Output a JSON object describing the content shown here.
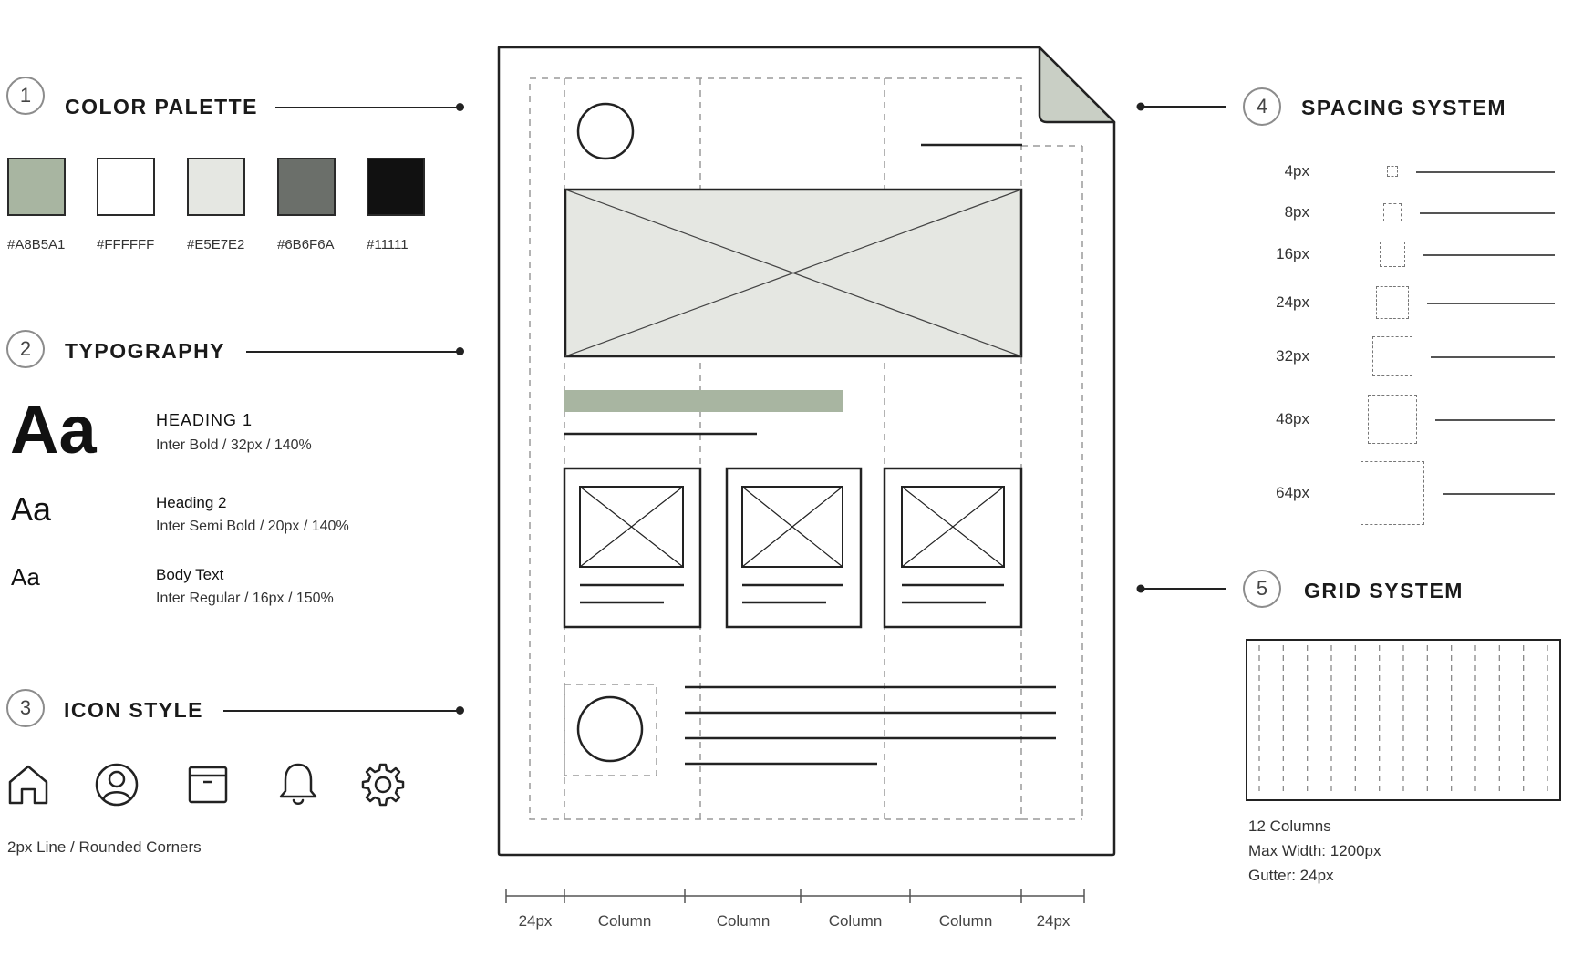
{
  "sections": {
    "color_palette": {
      "number": "1",
      "title": "COLOR PALETTE"
    },
    "typography": {
      "number": "2",
      "title": "TYPOGRAPHY"
    },
    "icon_style": {
      "number": "3",
      "title": "ICON STYLE"
    },
    "spacing_system": {
      "number": "4",
      "title": "SPACING SYSTEM"
    },
    "grid_system": {
      "number": "5",
      "title": "GRID SYSTEM"
    }
  },
  "colors": [
    {
      "hex": "#A8B5A1",
      "fill": "#A8B5A1"
    },
    {
      "hex": "#FFFFFF",
      "fill": "#FFFFFF"
    },
    {
      "hex": "#E5E7E2",
      "fill": "#E5E7E2"
    },
    {
      "hex": "#6B6F6A",
      "fill": "#6B6F6A"
    },
    {
      "hex": "#11111",
      "fill": "#111111"
    }
  ],
  "typography": [
    {
      "sample": "Aa",
      "name": "HEADING 1",
      "spec": "Inter Bold / 32px / 140%"
    },
    {
      "sample": "Aa",
      "name": "Heading 2",
      "spec": "Inter Semi Bold / 20px / 140%"
    },
    {
      "sample": "Aa",
      "name": "Body Text",
      "spec": "Inter Regular / 16px / 150%"
    }
  ],
  "icons": [
    "home-icon",
    "user-icon",
    "archive-icon",
    "bell-icon",
    "gear-icon"
  ],
  "icon_caption": "2px Line / Rounded Corners",
  "spacing": [
    {
      "label": "4px"
    },
    {
      "label": "8px"
    },
    {
      "label": "16px"
    },
    {
      "label": "24px"
    },
    {
      "label": "32px"
    },
    {
      "label": "48px"
    },
    {
      "label": "64px"
    }
  ],
  "grid": {
    "columns": "12 Columns",
    "max_width": "Max Width: 1200px",
    "gutter": "Gutter: 24px"
  },
  "dimension_labels": [
    "24px",
    "Column",
    "Column",
    "Column",
    "Column",
    "24px"
  ],
  "accent": "#A8B5A1",
  "placeholder_fill": "#E5E7E2"
}
